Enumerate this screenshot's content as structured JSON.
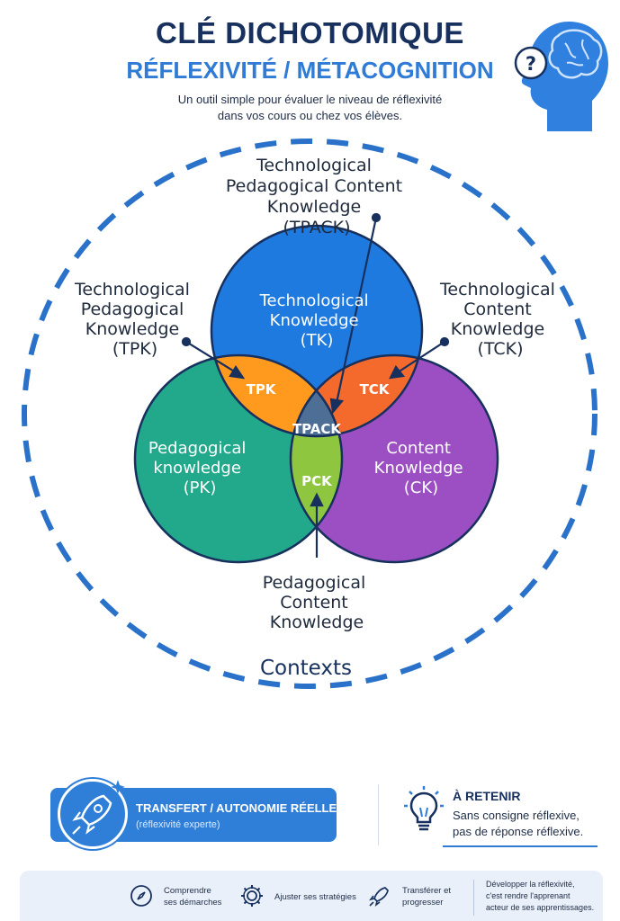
{
  "header": {
    "title": "CLÉ DICHOTOMIQUE",
    "subtitle": "RÉFLEXIVITÉ / MÉTACOGNITION",
    "intro_line1": "Un outil simple pour évaluer le niveau de réflexivité",
    "intro_line2": "dans vos cours ou chez vos élèves.",
    "head_icon_mark": "?"
  },
  "diagram": {
    "tpack_outer": [
      "Technological",
      "Pedagogical Content",
      "Knowledge",
      "(TPACK)"
    ],
    "tpk_outer": [
      "Technological",
      "Pedagogical",
      "Knowledge",
      "(TPK)"
    ],
    "tck_outer": [
      "Technological",
      "Content",
      "Knowledge",
      "(TCK)"
    ],
    "pck_outer": [
      "Pedagogical",
      "Content",
      "Knowledge"
    ],
    "tk": [
      "Technological",
      "Knowledge",
      "(TK)"
    ],
    "pk": [
      "Pedagogical",
      "knowledge",
      "(PK)"
    ],
    "ck": [
      "Content",
      "Knowledge",
      "(CK)"
    ],
    "inner_tpk": "TPK",
    "inner_tck": "TCK",
    "inner_tpack": "TPACK",
    "inner_pck": "PCK",
    "contexts": "Contexts",
    "colors": {
      "tk": "#1f7ae0",
      "pk": "#22a88a",
      "ck": "#9b4fc3",
      "tpk": "#ff9a1f",
      "tck": "#f36a2c",
      "pck": "#8ec63f",
      "tpack": "#4d6f96",
      "context_ring": "#2a72c9"
    }
  },
  "transfert": {
    "title": "TRANSFERT / AUTONOMIE RÉELLE",
    "subtitle": "(réflexivité experte)"
  },
  "retenir": {
    "title": "À RETENIR",
    "line1": "Sans consigne réflexive,",
    "line2": "pas de réponse réflexive."
  },
  "band": {
    "item1": [
      "Comprendre",
      "ses démarches"
    ],
    "item2": "Ajuster ses stratégies",
    "item3": [
      "Transférer et",
      "progresser"
    ],
    "final": [
      "Développer la réflexivité,",
      "c'est rendre l'apprenant",
      "acteur de ses apprentissages."
    ]
  }
}
